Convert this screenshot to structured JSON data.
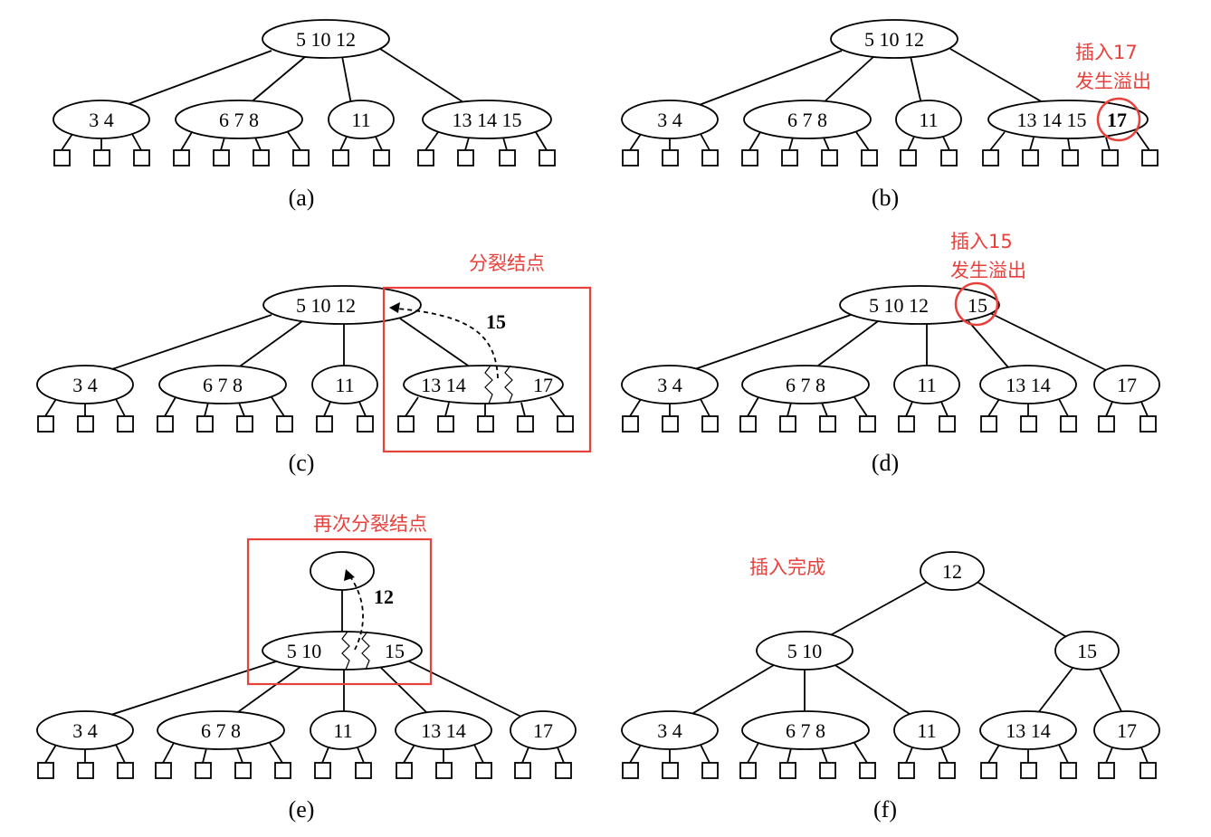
{
  "panels": {
    "a": {
      "caption": "(a)",
      "root": "5  10  12",
      "children": [
        "3   4",
        "6   7   8",
        "11",
        "13  14  15"
      ]
    },
    "b": {
      "caption": "(b)",
      "root": "5  10  12",
      "children": [
        "3   4",
        "6   7   8",
        "11",
        "13  14  15"
      ],
      "inserted_key": "17",
      "annotation_line1": "插入17",
      "annotation_line2": "发生溢出"
    },
    "c": {
      "caption": "(c)",
      "root": "5  10  12",
      "children": [
        "3   4",
        "6   7   8",
        "11"
      ],
      "split_left": "13   14",
      "split_right": "17",
      "promoted_key": "15",
      "annotation": "分裂结点"
    },
    "d": {
      "caption": "(d)",
      "root": "5   10   12",
      "overflow_key": "15",
      "children": [
        "3   4",
        "6   7   8",
        "11",
        "13   14",
        "17"
      ],
      "annotation_line1": "插入15",
      "annotation_line2": "发生溢出"
    },
    "e": {
      "caption": "(e)",
      "new_root": "",
      "split_left": "5   10",
      "split_right": "15",
      "promoted_key": "12",
      "children": [
        "3   4",
        "6   7   8",
        "11",
        "13   14",
        "17"
      ],
      "annotation": "再次分裂结点"
    },
    "f": {
      "caption": "(f)",
      "root": "12",
      "mid_left": "5   10",
      "mid_right": "15",
      "children": [
        "3   4",
        "6   7   8",
        "11",
        "13   14",
        "17"
      ],
      "annotation": "插入完成"
    }
  },
  "colors": {
    "annotation": "#e8413c",
    "ink": "#000000"
  }
}
